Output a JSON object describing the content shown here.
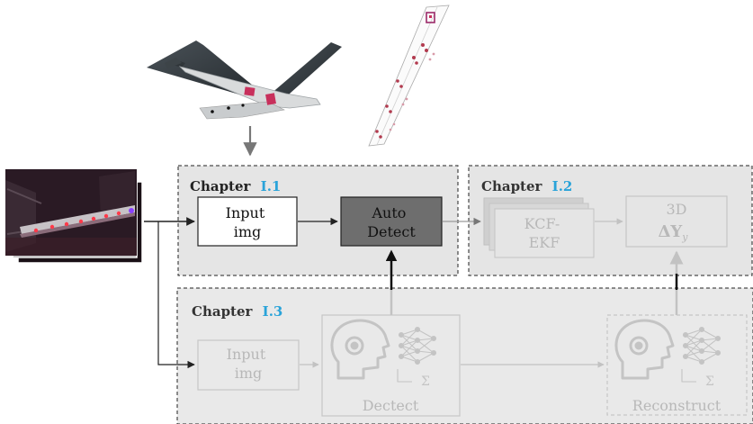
{
  "chapters": {
    "c1": {
      "label": "Chapter",
      "num": "I.1"
    },
    "c2": {
      "label": "Chapter",
      "num": "I.2"
    },
    "c3": {
      "label": "Chapter",
      "num": "I.3"
    }
  },
  "nodes": {
    "input_img_1": [
      "Input",
      "img"
    ],
    "auto_detect": [
      "Auto",
      "Detect"
    ],
    "kcf_ekf": [
      "KCF-",
      "EKF"
    ],
    "out_3d": "3D",
    "out_delta": "ΔY",
    "out_delta_sub": "y",
    "input_img_2": [
      "Input",
      "img"
    ],
    "detect_label": "Dectect",
    "reconstruct_label": "Reconstruct"
  },
  "icons": {
    "airplane": "airplane-model-icon",
    "wing_strip": "wing-marker-strip-icon",
    "wing_photo": "led-wing-photo-stack-icon",
    "ai_head": "ai-head-icon",
    "neural_net": "neural-network-icon"
  },
  "colors": {
    "chapter_fill": "#e7e7e7",
    "chapter_num": "#29a3d9",
    "dark_box": "#6e6e6e",
    "faded": "#c6c6c6",
    "faded_text": "#b8b8b8",
    "arrow": "#333333"
  }
}
